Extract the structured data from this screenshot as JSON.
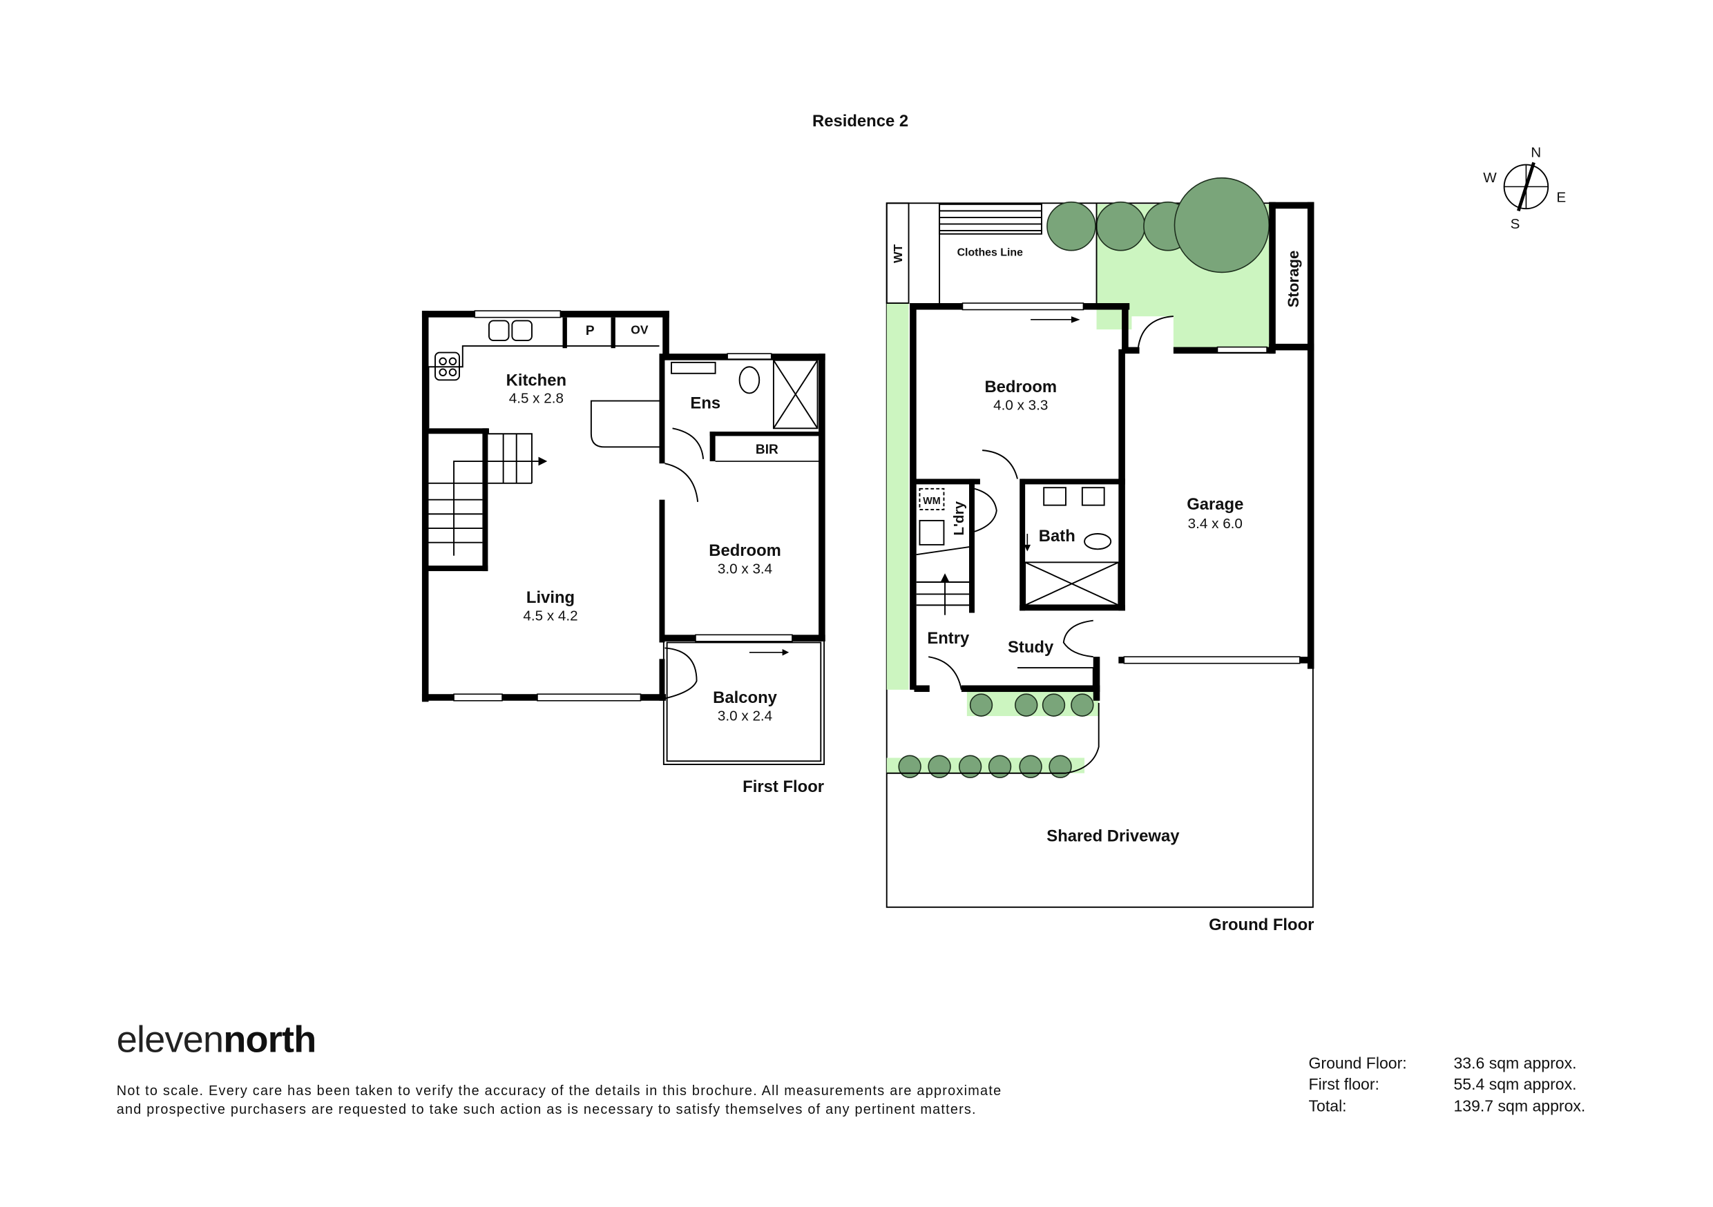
{
  "title": "Residence 2",
  "compass": {
    "n": "N",
    "e": "E",
    "s": "S",
    "w": "W"
  },
  "first_floor": {
    "label": "First Floor",
    "rooms": {
      "kitchen": {
        "name": "Kitchen",
        "size": "4.5 x 2.8"
      },
      "living": {
        "name": "Living",
        "size": "4.5 x 4.2"
      },
      "ens": {
        "name": "Ens"
      },
      "bir": {
        "name": "BIR"
      },
      "bedroom": {
        "name": "Bedroom",
        "size": "3.0 x 3.4"
      },
      "balcony": {
        "name": "Balcony",
        "size": "3.0 x 2.4"
      },
      "pantry": {
        "name": "P"
      },
      "oven": {
        "name": "OV"
      }
    }
  },
  "ground_floor": {
    "label": "Ground Floor",
    "rooms": {
      "wt": {
        "name": "WT"
      },
      "clothes_line": {
        "name": "Clothes Line"
      },
      "storage": {
        "name": "Storage"
      },
      "bedroom": {
        "name": "Bedroom",
        "size": "4.0 x 3.3"
      },
      "garage": {
        "name": "Garage",
        "size": "3.4 x 6.0"
      },
      "wm": {
        "name": "WM"
      },
      "laundry": {
        "name": "L'dry"
      },
      "bath": {
        "name": "Bath"
      },
      "entry": {
        "name": "Entry"
      },
      "study": {
        "name": "Study"
      },
      "driveway": {
        "name": "Shared Driveway"
      }
    }
  },
  "brand": {
    "light": "eleven",
    "bold": "north"
  },
  "disclaimer": [
    "Not to scale. Every care has been taken to verify the accuracy of  the details in this brochure.  All measurements are approximate",
    "and prospective purchasers are requested to take such action as is necessary to satisfy themselves of any pertinent matters."
  ],
  "areas": [
    {
      "label": "Ground Floor:",
      "value": "33.6 sqm approx."
    },
    {
      "label": "First floor:",
      "value": "55.4 sqm approx."
    },
    {
      "label": "Total:",
      "value": "139.7 sqm approx."
    }
  ],
  "colors": {
    "garden": "#ccf5c0",
    "tree": "#7aa57a"
  }
}
